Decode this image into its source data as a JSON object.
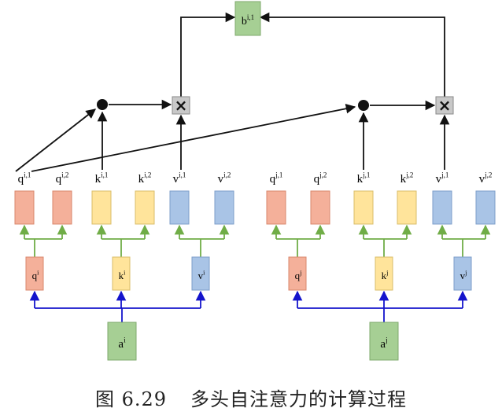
{
  "caption": {
    "number": "图 6.29",
    "title": "多头自注意力的计算过程"
  },
  "output": {
    "base": "b",
    "sup": "i,1"
  },
  "multiply_symbol": "×",
  "inputs": [
    {
      "base": "a",
      "sup": "i"
    },
    {
      "base": "a",
      "sup": "j"
    }
  ],
  "projections": [
    [
      {
        "base": "q",
        "sup": "i",
        "color": "q"
      },
      {
        "base": "k",
        "sup": "i",
        "color": "k"
      },
      {
        "base": "v",
        "sup": "i",
        "color": "v"
      }
    ],
    [
      {
        "base": "q",
        "sup": "j",
        "color": "q"
      },
      {
        "base": "k",
        "sup": "j",
        "color": "k"
      },
      {
        "base": "v",
        "sup": "j",
        "color": "v"
      }
    ]
  ],
  "heads": [
    [
      {
        "base": "q",
        "sup": "i,1",
        "color": "q"
      },
      {
        "base": "q",
        "sup": "i,2",
        "color": "q"
      },
      {
        "base": "k",
        "sup": "i,1",
        "color": "k"
      },
      {
        "base": "k",
        "sup": "i,2",
        "color": "k"
      },
      {
        "base": "v",
        "sup": "i,1",
        "color": "v"
      },
      {
        "base": "v",
        "sup": "i,2",
        "color": "v"
      }
    ],
    [
      {
        "base": "q",
        "sup": "j,1",
        "color": "q"
      },
      {
        "base": "q",
        "sup": "j,2",
        "color": "q"
      },
      {
        "base": "k",
        "sup": "j,1",
        "color": "k"
      },
      {
        "base": "k",
        "sup": "j,2",
        "color": "k"
      },
      {
        "base": "v",
        "sup": "j,1",
        "color": "v"
      },
      {
        "base": "v",
        "sup": "j,2",
        "color": "v"
      }
    ]
  ],
  "colors": {
    "q": {
      "fill": "#f4b09a",
      "stroke": "#d9876c"
    },
    "k": {
      "fill": "#ffe49b",
      "stroke": "#d9bd6a"
    },
    "v": {
      "fill": "#a9c4e6",
      "stroke": "#7d9ec9"
    },
    "a": {
      "fill": "#a6cf94",
      "stroke": "#7faa6d"
    },
    "b": {
      "fill": "#a6cf94",
      "stroke": "#7faa6d"
    },
    "mul": {
      "fill": "#c8c8c8",
      "stroke": "#8a8a8a"
    },
    "blue_arrow": "#1414cc",
    "green_arrow": "#70ad47",
    "black_arrow": "#111111"
  }
}
